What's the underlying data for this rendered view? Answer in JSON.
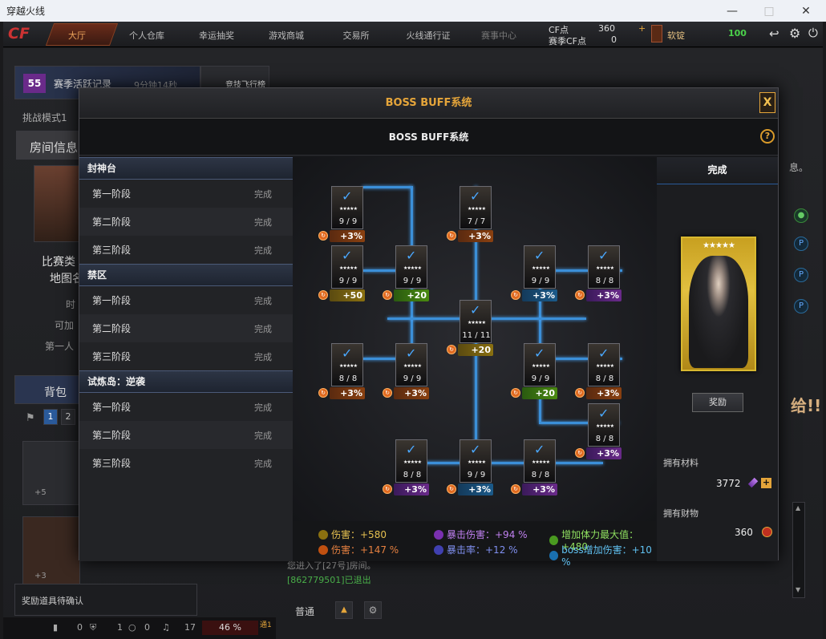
{
  "window": {
    "title": "穿越火线"
  },
  "topnav": {
    "items": [
      "大厅",
      "个人仓库",
      "幸运抽奖",
      "游戏商城",
      "交易所",
      "火线通行证",
      "赛事中心"
    ],
    "cf_label": "CF点",
    "season_cf_label": "赛季CF点",
    "cf_value": "360",
    "season_cf_value": "0",
    "coin_label": "软锭",
    "level": "100"
  },
  "lobby": {
    "season_level": "55",
    "season_record": "赛季活跃记录",
    "season_time": "9分钟14秒",
    "flight": "竞技飞行榜",
    "challenge_mode": "挑战模式1",
    "room_info": "房间信息",
    "match_type": "比赛类",
    "map_label": "地图名",
    "time_label": "时",
    "join_label": "可加",
    "first_label": "第一人",
    "backpack": "背包",
    "pages": [
      "1",
      "2"
    ],
    "weapon_plus5": "+5",
    "weapon_plus3": "+3",
    "reward_confirm": "奖励道具待确认",
    "chat_line1": "您进入了[27号]房间。",
    "chat_line2": "[862779501]已退出",
    "chat_mode": "普通",
    "notice": "息。",
    "right_tag": "给!!",
    "counts": [
      "0",
      "1",
      "0"
    ],
    "volume": "17",
    "percent": "46 %",
    "icon_badge": "通1"
  },
  "dialog": {
    "title": "BOSS BUFF系统",
    "subtitle": "BOSS BUFF系统",
    "close": "X",
    "help": "?"
  },
  "sections": [
    {
      "name": "封神台",
      "stages": [
        {
          "label": "第一阶段",
          "status": "完成"
        },
        {
          "label": "第二阶段",
          "status": "完成"
        },
        {
          "label": "第三阶段",
          "status": "完成"
        }
      ]
    },
    {
      "name": "禁区",
      "stages": [
        {
          "label": "第一阶段",
          "status": "完成"
        },
        {
          "label": "第二阶段",
          "status": "完成"
        },
        {
          "label": "第三阶段",
          "status": "完成"
        }
      ]
    },
    {
      "name": "试炼岛：逆袭",
      "stages": [
        {
          "label": "第一阶段",
          "status": "完成"
        },
        {
          "label": "第二阶段",
          "status": "完成"
        },
        {
          "label": "第三阶段",
          "status": "完成"
        }
      ]
    }
  ],
  "nodes": [
    {
      "count": "9 / 9",
      "bonus": "+3%",
      "type": "fire"
    },
    {
      "count": "7 / 7",
      "bonus": "+3%",
      "type": "fire"
    },
    {
      "count": "9 / 9",
      "bonus": "+50",
      "type": "atk"
    },
    {
      "count": "9 / 9",
      "bonus": "+20",
      "type": "hp"
    },
    {
      "count": "9 / 9",
      "bonus": "+3%",
      "type": "boss"
    },
    {
      "count": "8 / 8",
      "bonus": "+3%",
      "type": "crit"
    },
    {
      "count": "11 / 11",
      "bonus": "+20",
      "type": "atk"
    },
    {
      "count": "8 / 8",
      "bonus": "+3%",
      "type": "fire"
    },
    {
      "count": "9 / 9",
      "bonus": "+3%",
      "type": "fire"
    },
    {
      "count": "9 / 9",
      "bonus": "+20",
      "type": "hp"
    },
    {
      "count": "8 / 8",
      "bonus": "+3%",
      "type": "fire"
    },
    {
      "count": "8 / 8",
      "bonus": "+3%",
      "type": "crit"
    },
    {
      "count": "8 / 8",
      "bonus": "+3%",
      "type": "crit"
    },
    {
      "count": "9 / 9",
      "bonus": "+3%",
      "type": "boss"
    },
    {
      "count": "8 / 8",
      "bonus": "+3%",
      "type": "crit"
    }
  ],
  "stats": {
    "damage": "伤害：+580",
    "fire_damage": "伤害：+147 %",
    "crit_damage": "暴击伤害：+94 %",
    "crit_rate": "暴击率：+12 %",
    "hp_max": "增加体力最大值：+480",
    "boss_damage": "boss增加伤害：+10 %"
  },
  "right": {
    "status": "完成",
    "reward_button": "奖励",
    "materials_label": "拥有材料",
    "materials_value": "3772",
    "wealth_label": "拥有财物",
    "wealth_value": "360"
  },
  "colors": {
    "accent": "#e5a53a",
    "link_line": "#3b8fd8",
    "section_bg": "#2d3545"
  }
}
